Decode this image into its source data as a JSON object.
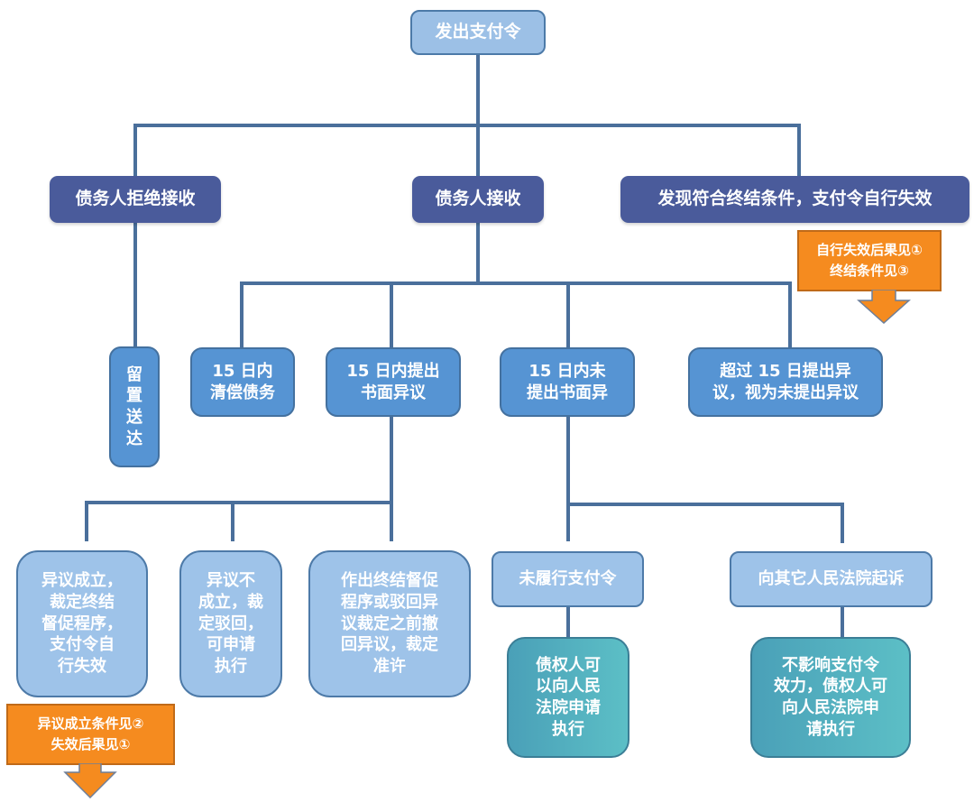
{
  "diagram": {
    "root": "发出支付令",
    "level1": {
      "refuse": "债务人拒绝接收",
      "accept": "债务人接收",
      "void": "发现符合终结条件，支付令自行失效"
    },
    "notes": {
      "void_note": "自行失效后果见①\n终结条件见③",
      "objection_note": "异议成立条件见②\n失效后果见①"
    },
    "level2": {
      "left_service": "留\n置\n送\n达",
      "pay": "15 日内\n清偿债务",
      "object": "15 日内提出\n书面异议",
      "no_object": "15 日内未\n提出书面异",
      "late": "超过 15 日提出异\n议，视为未提出异议"
    },
    "level3": {
      "upheld": "异议成立，\n裁定终结\n督促程序，\n支付令自\n行失效",
      "rejected": "异议不\n成立，裁\n定驳回，\n可申请\n执行",
      "withdrawn": "作出终结督促\n程序或驳回异\n议裁定之前撤\n回异议，裁定\n准许",
      "not_performed": "未履行支付令",
      "sue_other": "向其它人民法院起诉"
    },
    "level4": {
      "enforce_a": "债权人可\n以向人民\n法院申请\n执行",
      "enforce_b": "不影响支付令\n效力，债权人可\n向人民法院申\n请执行"
    }
  }
}
